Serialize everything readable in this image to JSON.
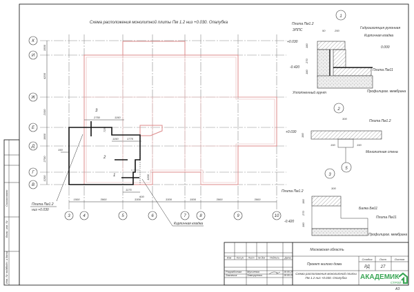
{
  "drawing": {
    "title": "Схема расположения монолитной плиты Пм 1.2 низ +0.030. Опалубка",
    "rows": [
      {
        "label": "К"
      },
      {
        "label": "И"
      },
      {
        "label": "Ж"
      },
      {
        "label": "Е"
      },
      {
        "label": "Д"
      },
      {
        "label": "Г"
      },
      {
        "label": "В"
      }
    ],
    "row_dims": [
      "1500",
      "4200",
      "2100",
      "1800",
      "2700",
      "1200"
    ],
    "columns": [
      {
        "label": "3"
      },
      {
        "label": "4"
      },
      {
        "label": "5"
      },
      {
        "label": "6"
      },
      {
        "label": "7"
      },
      {
        "label": "8"
      },
      {
        "label": "9"
      },
      {
        "label": "10"
      }
    ],
    "col_dims": [
      "1500",
      "3900",
      "3300",
      "3300",
      "1500",
      "3900",
      "3900"
    ],
    "inner_dims": {
      "d2750": "2750",
      "d1150a": "1150",
      "d1150b": "1150",
      "d1775": "1775",
      "d725": "725",
      "d150": "150",
      "d1175": "1175",
      "d600": "600",
      "d1200": "1200"
    },
    "section_marks": {
      "s1": "1",
      "s2": "2",
      "s3": "3"
    },
    "callouts": {
      "slab_label": "Плита Пм1.2",
      "slab_level": "низ +0.030",
      "brick_label": "Кирпичная кладка"
    }
  },
  "detail1": {
    "number": "1",
    "labels": {
      "slab12": "Плита Пм1.2",
      "eps": "ЭППС",
      "waterproof": "Гидроизоляция рулонная",
      "brick": "Кирпичная кладка",
      "level0": "0.000",
      "slab11": "Плита Пм11",
      "soil": "Уплотненный грунт",
      "membrane": "Профилиров. мембрана"
    },
    "dims": {
      "d50": "50",
      "d250": "250",
      "d180a": "180",
      "d270": "270",
      "d180b": "180"
    },
    "levels": {
      "top": "+0.030",
      "bottom": "-0.420"
    }
  },
  "detail2": {
    "number": "2",
    "axis": "5",
    "labels": {
      "slab12": "Плита Пм1.2",
      "wall": "Монолитная стена"
    },
    "dims": {
      "d300": "300",
      "d150a": "150",
      "d150b": "150",
      "d180": "180"
    },
    "level": "+0.030"
  },
  "detail3": {
    "number": "3",
    "labels": {
      "slab12": "Плита Пм1.2",
      "beam": "Балка Бм11",
      "slab11": "Плита Пм11",
      "membrane": "Профилиров. мембрана"
    },
    "dims": {
      "d300": "300",
      "d180a": "180",
      "d270": "270",
      "d180b": "180"
    },
    "level": "-0.420"
  },
  "stamp": {
    "region": "Московская область",
    "headers": [
      "Изм",
      "Кол.уч",
      "Лист",
      "№ док",
      "Подпись",
      "Дата"
    ],
    "project": "Проект жилого дома",
    "sheet_title": "Схема расположения монолитной плиты Пм 1.2 низ +0.030. Опалубка",
    "stage_label": "Стадия",
    "sheet_label": "Лист",
    "sheets_label": "Листов",
    "stage": "РД",
    "sheet": "27",
    "rows": [
      {
        "role": "Разработал",
        "name": "Мусиенко",
        "date": "18.05.25"
      },
      {
        "role": "Заказчик",
        "name": "Заморуенко",
        "date": "18.05.25"
      }
    ],
    "logo_main": "АКАДЕМИК",
    "logo_sub": "СТРОЙ",
    "logo_color": "#3aa655",
    "format": "А3"
  },
  "side_table": {
    "agreed": "Согласовано",
    "inv_replace": "Взам. инв. №",
    "sign_date": "Подп. и дата",
    "inv_orig": "Инв. № подл."
  }
}
